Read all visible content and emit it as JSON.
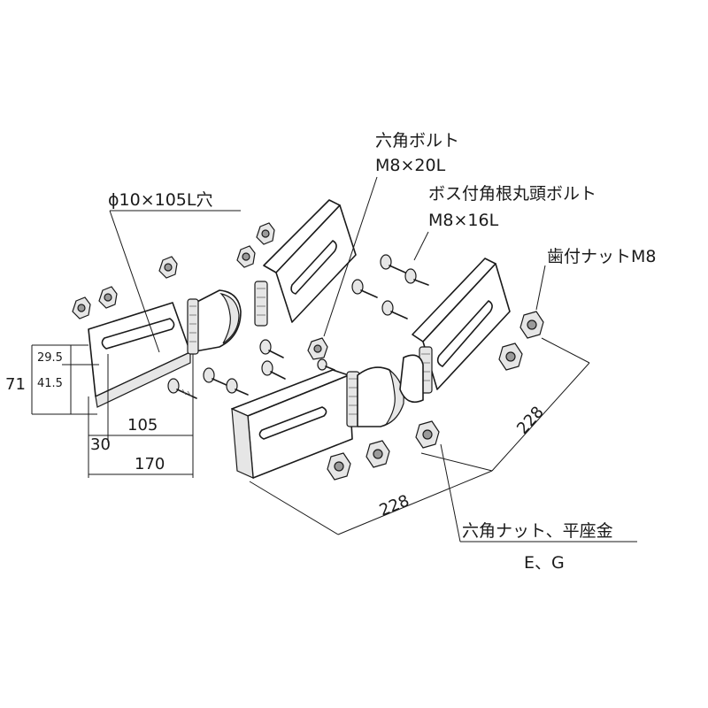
{
  "labels": {
    "slot_hole": "ϕ10×105L穴",
    "hex_bolt_name": "六角ボルト",
    "hex_bolt_size": "M8×20L",
    "boss_bolt_name": "ボス付角根丸頭ボルト",
    "boss_bolt_size": "M8×16L",
    "serrated_nut": "歯付ナットM8",
    "hex_nut_washer": "六角ナット、平座金",
    "variants": "E、G"
  },
  "dimensions": {
    "total_height": "71",
    "upper_offset": "29.5",
    "lower_offset": "41.5",
    "slot_length": "105",
    "slot_start": "30",
    "plate_length": "170",
    "span_front": "228",
    "span_right": "228"
  }
}
